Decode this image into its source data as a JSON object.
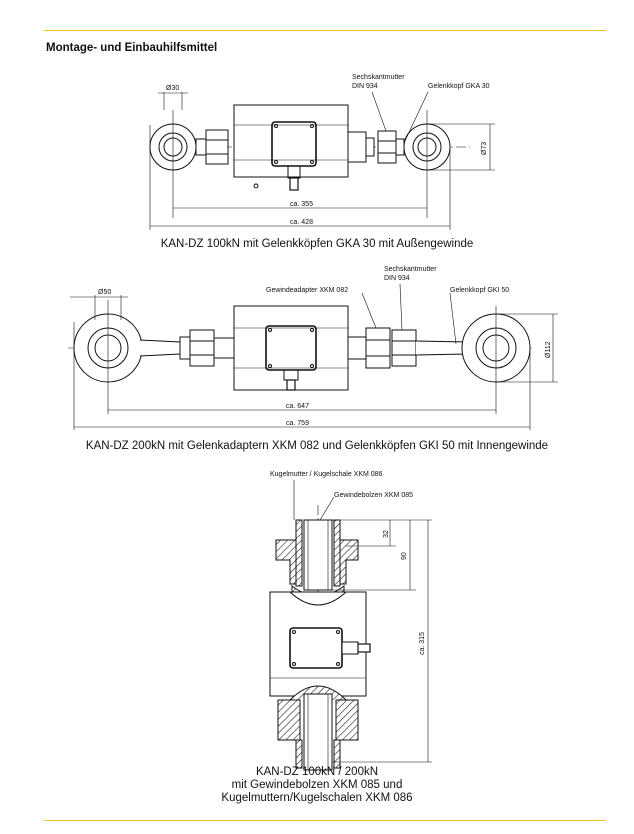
{
  "header": {
    "title": "Montage- und Einbauhilfsmittel"
  },
  "fig1": {
    "label_nut": "Sechskantmutter",
    "label_nut_din": "DIN 934",
    "label_head": "Gelenkkopf GKA 30",
    "dim_bore": "Ø30",
    "dim_height": "Ø73",
    "dim_inner": "ca. 355",
    "dim_outer": "ca. 428",
    "caption": "KAN-DZ 100kN mit Gelenkköpfen GKA 30 mit Außengewinde"
  },
  "fig2": {
    "label_adapter": "Gewindeadapter XKM 082",
    "label_nut": "Sechskantmutter",
    "label_nut_din": "DIN 934",
    "label_head": "Gelenkkopf GKI 50",
    "dim_bore": "Ø50",
    "dim_height": "Ø112",
    "dim_inner": "ca. 647",
    "dim_outer": "ca. 759",
    "caption": "KAN-DZ 200kN mit Gelenkadaptern XKM 082 und Gelenkköpfen GKI 50 mit Innengewinde"
  },
  "fig3": {
    "label_shell": "Kugelmutter / Kugelschale XKM 086",
    "label_bolt": "Gewindebolzen XKM 085",
    "dim_32": "32",
    "dim_90": "90",
    "dim_315": "ca. 315",
    "caption_lines": [
      "KAN-DZ 100kN / 200kN",
      "mit Gewindebolzen XKM 085 und",
      "Kugelmuttern/Kugelschalen XKM 086"
    ]
  }
}
